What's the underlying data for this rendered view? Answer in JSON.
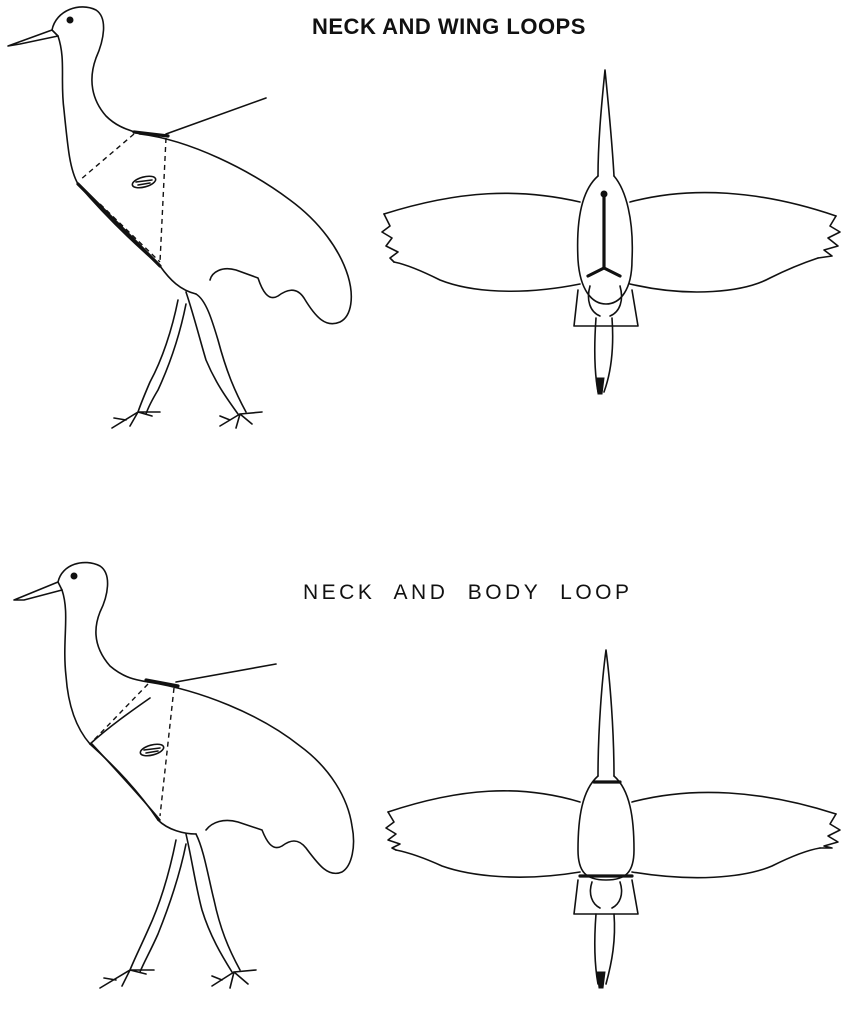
{
  "figure": {
    "panels": [
      {
        "id": "top",
        "title": "NECK AND WING LOOPS"
      },
      {
        "id": "bottom",
        "title": "NECK AND BODY LOOP"
      }
    ],
    "colors": {
      "ink": "#111111",
      "background": "#ffffff"
    }
  }
}
